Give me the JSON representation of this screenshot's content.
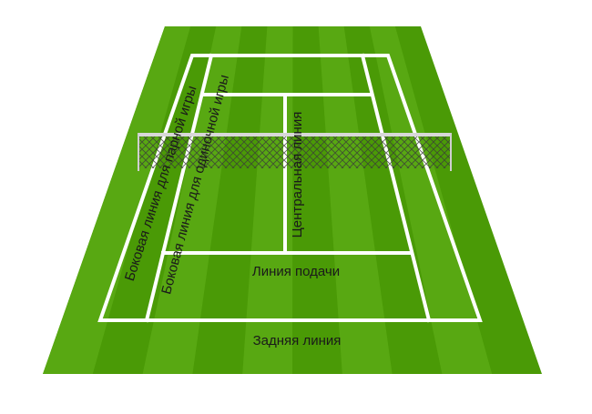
{
  "labels": {
    "baseline": "Задняя линия",
    "service_line": "Линия подачи",
    "center_line": "Центральная линия",
    "doubles_sideline": "Боковая линия для парной игры",
    "singles_sideline": "Боковая линия для одиночной игры"
  },
  "colors": {
    "grass_dark": "#4a9a06",
    "grass_light": "#58a812",
    "lines": "#ffffff",
    "net": "#3a3a3a"
  }
}
